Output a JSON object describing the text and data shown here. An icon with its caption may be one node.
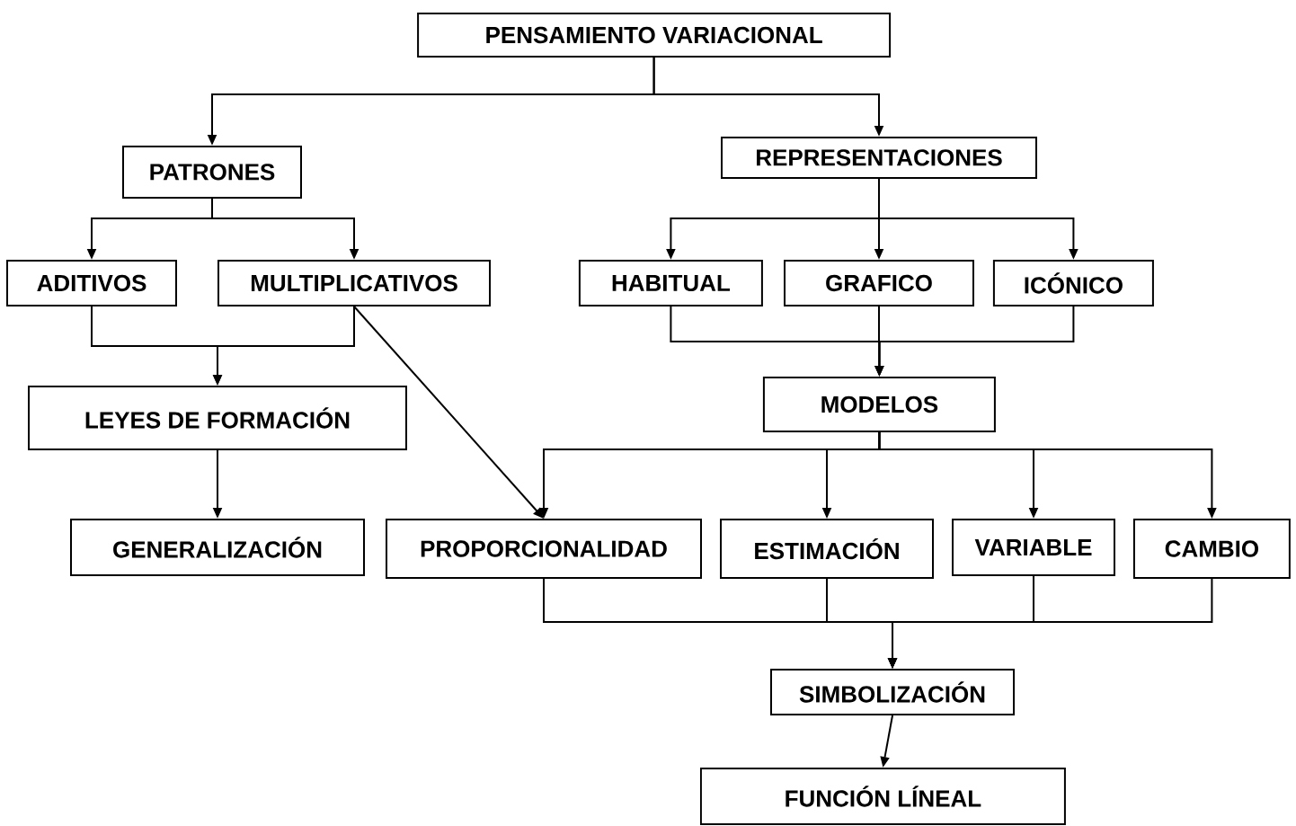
{
  "diagram": {
    "nodes": [
      {
        "text": [
          "PENSAMIENTO VARIACIONAL"
        ]
      },
      {
        "text": [
          "PATRONES"
        ]
      },
      {
        "text": [
          "REPRESENTACIONES"
        ]
      },
      {
        "text": [
          "ADITIVOS"
        ]
      },
      {
        "text": [
          "MULTIPLICATIVOS"
        ]
      },
      {
        "text": [
          "HABITUAL"
        ]
      },
      {
        "text": [
          "GRAFICO"
        ]
      },
      {
        "text": [
          "ICÓNICO"
        ]
      },
      {
        "text": [
          "LEYES DE FORMACIÓN"
        ]
      },
      {
        "text": [
          "MODELOS"
        ]
      },
      {
        "text": [
          "GENERALIZACIÓN"
        ]
      },
      {
        "text": [
          "PROPORCIONALIDAD"
        ]
      },
      {
        "text": [
          "ESTIMACIÓN"
        ]
      },
      {
        "text": [
          "VARIABLE"
        ]
      },
      {
        "text": [
          "CAMBIO"
        ]
      },
      {
        "text": [
          "SIMBOLIZACIÓN"
        ]
      },
      {
        "text": [
          "FUNCIÓN LÍNEAL"
        ]
      }
    ],
    "edges": [
      {
        "from": 0,
        "to": 1,
        "arrow": "to"
      },
      {
        "from": 0,
        "to": 2,
        "arrow": "to"
      },
      {
        "from": 1,
        "to": 3,
        "arrow": "to"
      },
      {
        "from": 1,
        "to": 4,
        "arrow": "to"
      },
      {
        "from": 2,
        "to": 5,
        "arrow": "to"
      },
      {
        "from": 2,
        "to": 6,
        "arrow": "to"
      },
      {
        "from": 2,
        "to": 7,
        "arrow": "to"
      },
      {
        "from": 3,
        "to": 8,
        "arrow": "to"
      },
      {
        "from": 4,
        "to": 8,
        "arrow": "to"
      },
      {
        "from": 4,
        "to": 11,
        "arrow": "to"
      },
      {
        "from": 8,
        "to": 10,
        "arrow": "to"
      },
      {
        "from": 5,
        "to": 9,
        "arrow": "to"
      },
      {
        "from": 6,
        "to": 9,
        "arrow": "to"
      },
      {
        "from": 7,
        "to": 9,
        "arrow": "to"
      },
      {
        "from": 9,
        "to": 11,
        "arrow": "to"
      },
      {
        "from": 9,
        "to": 12,
        "arrow": "to"
      },
      {
        "from": 9,
        "to": 13,
        "arrow": "to"
      },
      {
        "from": 9,
        "to": 14,
        "arrow": "to"
      },
      {
        "from": 11,
        "to": 15,
        "arrow": "to"
      },
      {
        "from": 12,
        "to": 15,
        "arrow": "to"
      },
      {
        "from": 13,
        "to": 15,
        "arrow": "to"
      },
      {
        "from": 14,
        "to": 15,
        "arrow": "to"
      },
      {
        "from": 15,
        "to": 16,
        "arrow": "to"
      }
    ]
  }
}
